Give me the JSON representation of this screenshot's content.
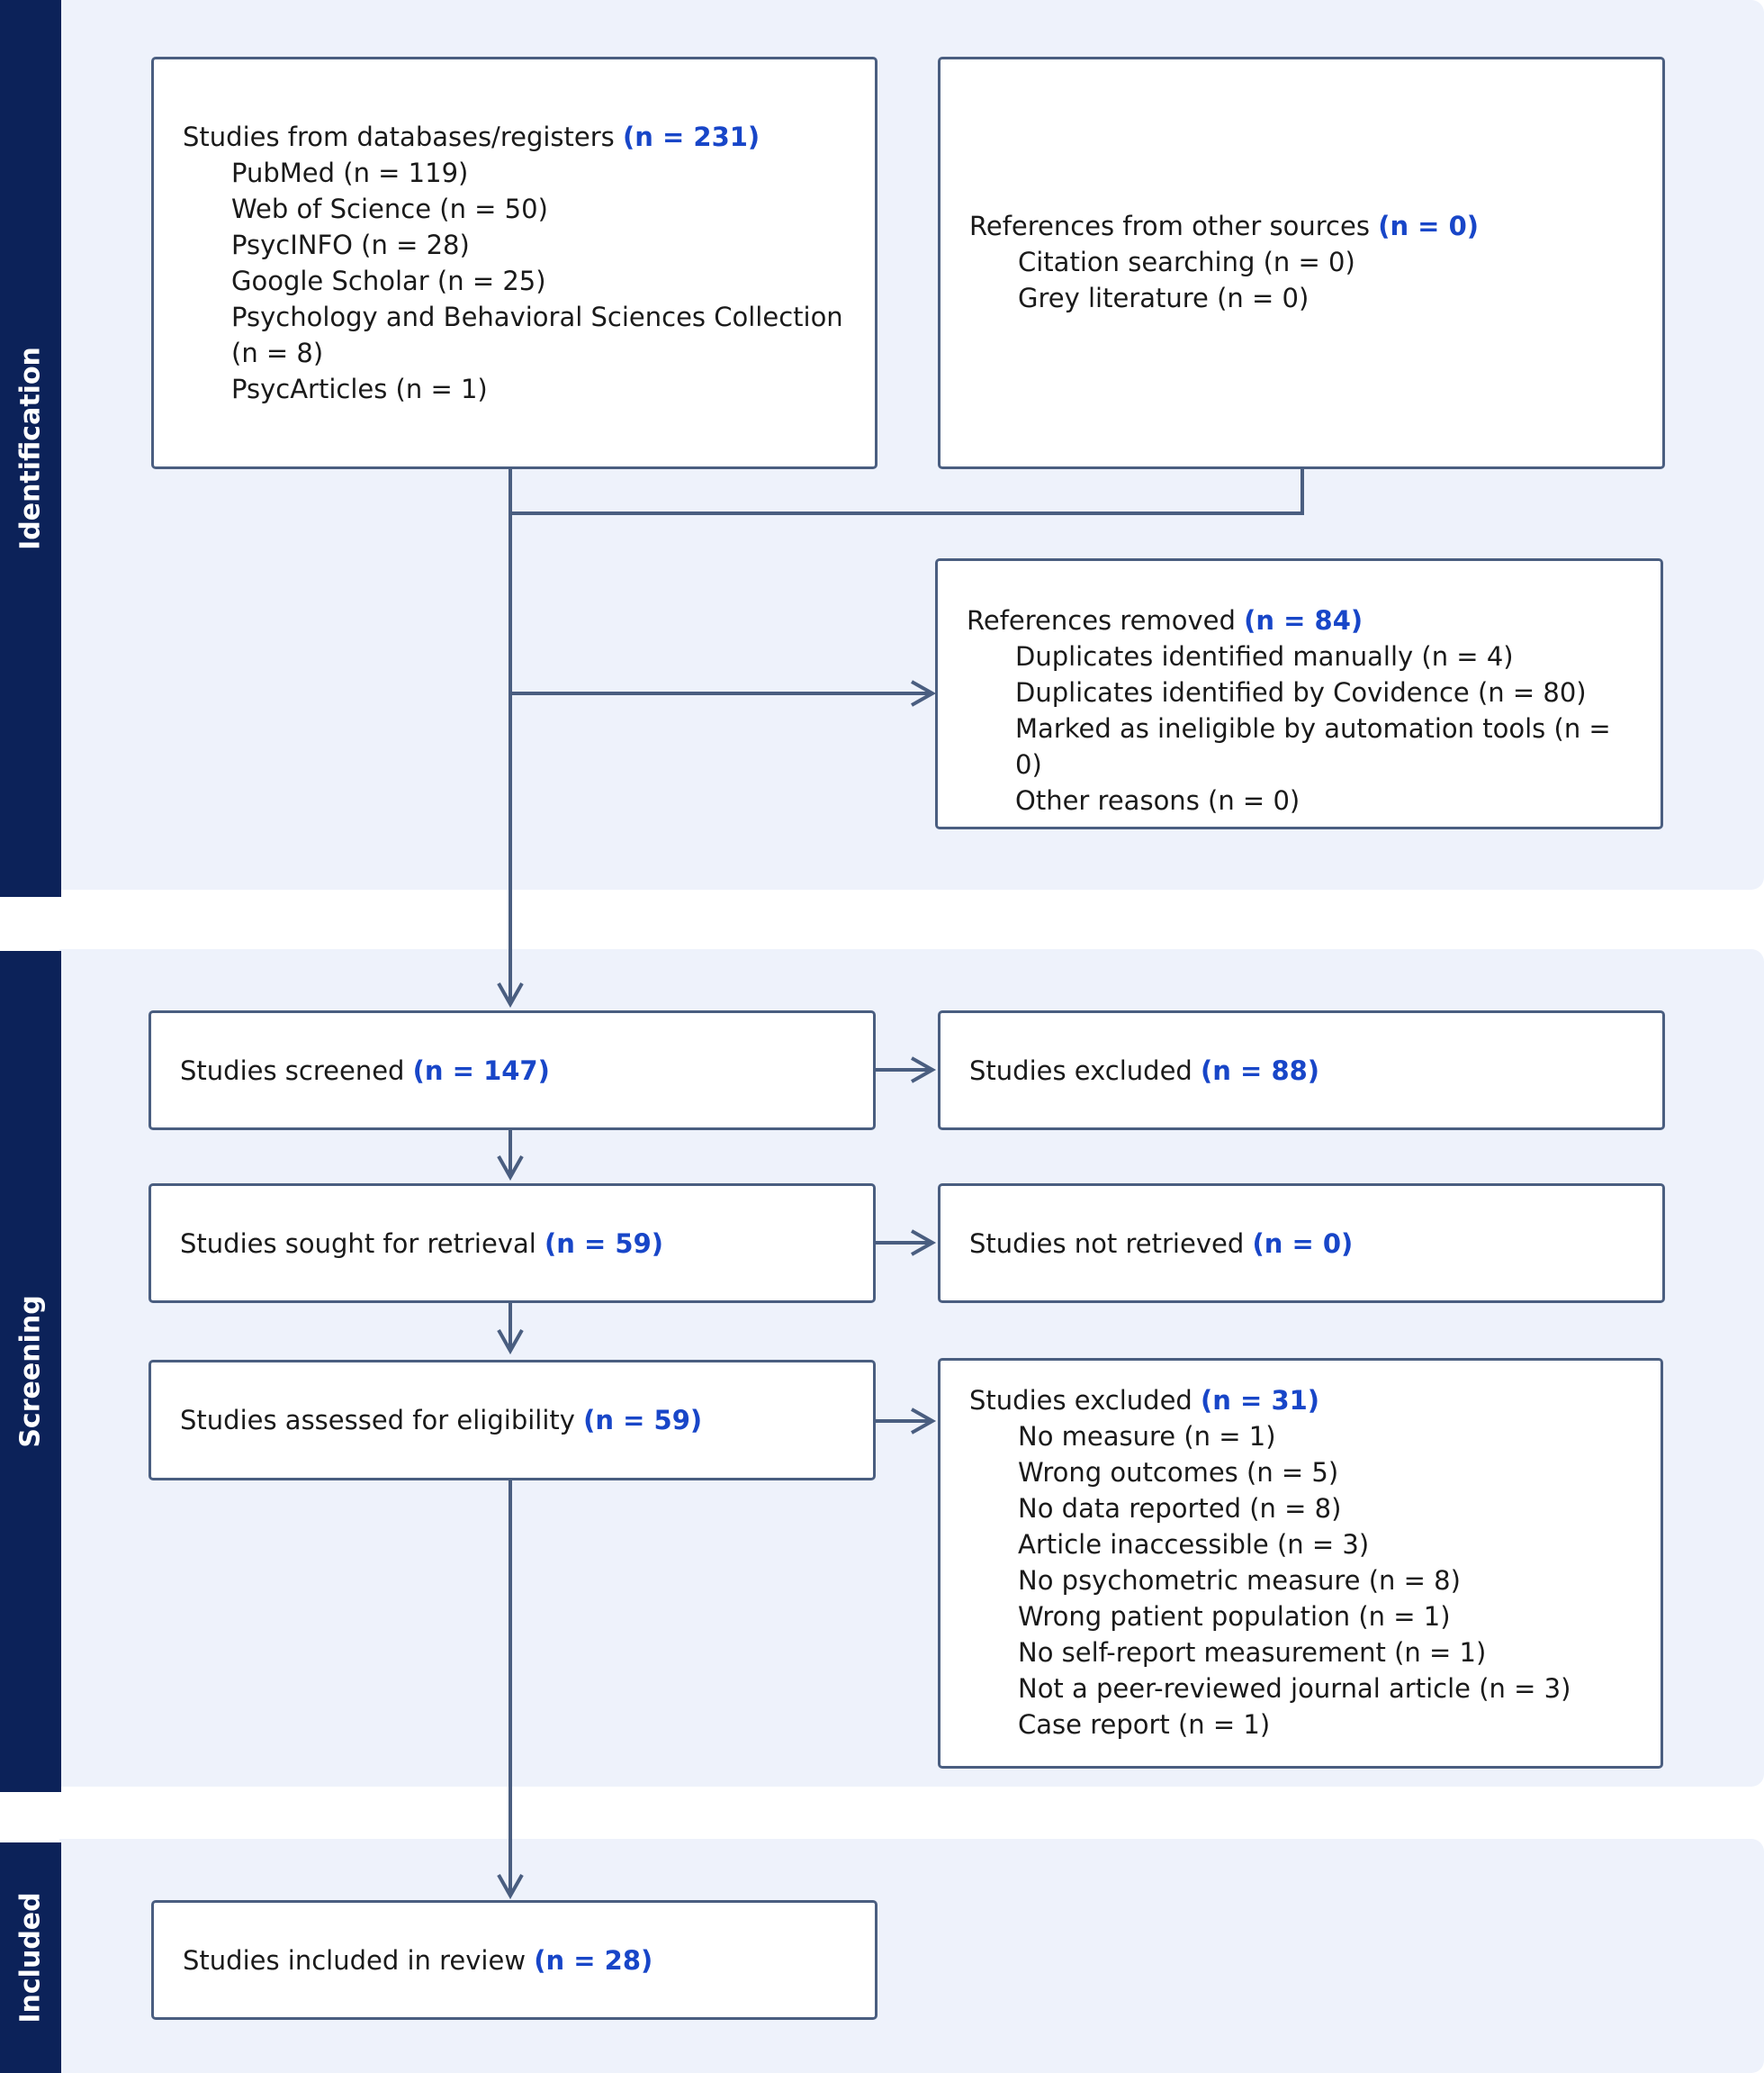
{
  "phases": {
    "identification": "Identification",
    "screening": "Screening",
    "included": "Included"
  },
  "db_box": {
    "title": "Studies from databases/registers",
    "count": "(n = 231)",
    "items": [
      "PubMed (n = 119)",
      "Web of Science (n = 50)",
      "PsycINFO (n = 28)",
      "Google Scholar (n = 25)",
      "Psychology and Behavioral Sciences Collection (n = 8)",
      "PsycArticles (n = 1)"
    ]
  },
  "other_box": {
    "title": "References from other sources",
    "count": "(n = 0)",
    "items": [
      "Citation searching (n = 0)",
      "Grey literature (n = 0)"
    ]
  },
  "removed_box": {
    "title": "References removed",
    "count": "(n = 84)",
    "items": [
      "Duplicates identified manually (n = 4)",
      "Duplicates identified by Covidence (n = 80)",
      "Marked as ineligible by automation tools (n = 0)",
      "Other reasons (n = 0)"
    ]
  },
  "screened_box": {
    "title": "Studies screened",
    "count": "(n = 147)"
  },
  "excluded1_box": {
    "title": "Studies excluded",
    "count": "(n = 88)"
  },
  "retrieval_box": {
    "title": "Studies sought for retrieval",
    "count": "(n = 59)"
  },
  "not_retrieved_box": {
    "title": "Studies not retrieved",
    "count": "(n = 0)"
  },
  "eligibility_box": {
    "title": "Studies assessed for eligibility",
    "count": "(n = 59)"
  },
  "excluded2_box": {
    "title": "Studies excluded",
    "count": "(n = 31)",
    "items": [
      "No measure (n = 1)",
      "Wrong outcomes (n = 5)",
      "No data reported (n = 8)",
      "Article inaccessible (n = 3)",
      "No psychometric measure (n = 8)",
      "Wrong patient population (n = 1)",
      "No self-report measurement (n = 1)",
      "Not a peer-reviewed journal article (n = 3)",
      "Case report (n = 1)"
    ]
  },
  "included_box": {
    "title": "Studies included in review",
    "count": "(n = 28)"
  },
  "colors": {
    "phase_bar": "#0c2259",
    "band_bg": "#eef2fb",
    "border": "#4a5e80",
    "count_text": "#1846c8"
  }
}
